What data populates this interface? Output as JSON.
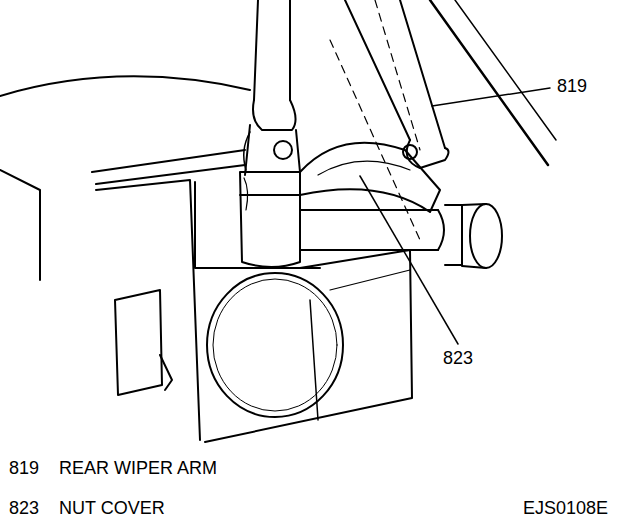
{
  "diagram": {
    "labels": [
      "819",
      "823",
      "819",
      "REAR WIPER ARM",
      "823",
      "NUT COVER",
      "EJS0108E"
    ]
  }
}
